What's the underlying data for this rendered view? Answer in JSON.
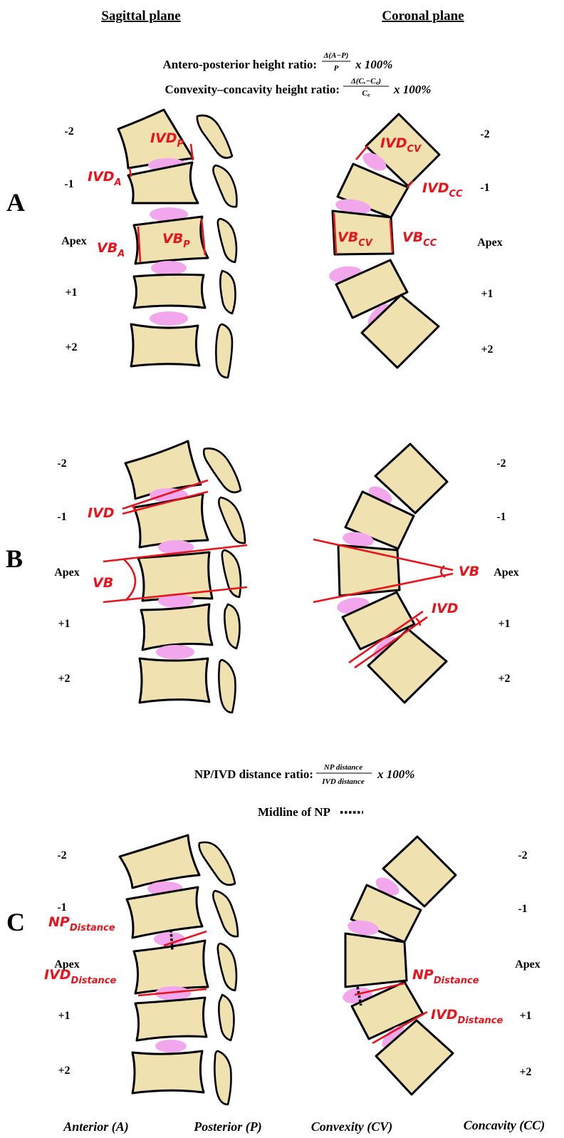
{
  "headers": {
    "sagittal": "Sagittal plane",
    "coronal": "Coronal plane"
  },
  "formulas": {
    "ap_label": "Antero-posterior height ratio:",
    "ap_num": "Δ(A−P)",
    "ap_den": "P",
    "cc_label": "Convexity–concavity height ratio:",
    "cc_num": "Δ(Cᵥ−C꜀)",
    "cc_den": "C꜀",
    "times": "x 100%",
    "np_label": "NP/IVD distance ratio:",
    "np_num": "NP distance",
    "np_den": "IVD distance"
  },
  "legend": {
    "midline": "Midline of NP"
  },
  "panels": [
    "A",
    "B",
    "C"
  ],
  "levels": [
    "-2",
    "-1",
    "Apex",
    "+1",
    "+2"
  ],
  "labels": {
    "ivd": "IVD",
    "vb": "VB",
    "np": "NP",
    "sub_p": "P",
    "sub_a": "A",
    "sub_cv": "CV",
    "sub_cc": "CC",
    "sub_distance": "Distance"
  },
  "footer": [
    "Anterior (A)",
    "Posterior (P)",
    "Convexity (CV)",
    "Concavity (CC)"
  ],
  "colors": {
    "annotation": "#e8141c",
    "bone": "#f0e1b0",
    "nucleus": "#f2a6ec"
  }
}
